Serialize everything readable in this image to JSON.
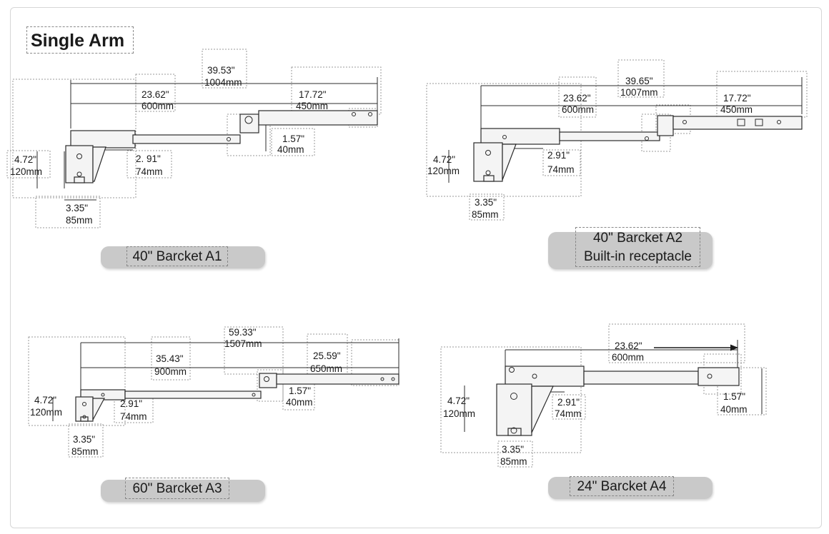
{
  "page_title": "Single Arm",
  "bracket_a1": {
    "caption": "40\" Barcket A1",
    "overall": [
      "39.53\"",
      "1004mm"
    ],
    "arm": [
      "23.62\"",
      "600mm"
    ],
    "extension": [
      "17.72\"",
      "450mm"
    ],
    "drop": [
      "1.57\"",
      "40mm"
    ],
    "plate_height": [
      "4.72\"",
      "120mm"
    ],
    "offset": [
      "2. 91\"",
      "74mm"
    ],
    "plate_width": [
      "3.35\"",
      "85mm"
    ]
  },
  "bracket_a2": {
    "caption_line1": "40\" Barcket A2",
    "caption_line2": "Built-in receptacle",
    "overall": [
      "39.65\"",
      "1007mm"
    ],
    "arm": [
      "23.62\"",
      "600mm"
    ],
    "extension": [
      "17.72\"",
      "450mm"
    ],
    "plate_height": [
      "4.72\"",
      "120mm"
    ],
    "offset": [
      "2.91\"",
      "74mm"
    ],
    "plate_width": [
      "3.35\"",
      "85mm"
    ]
  },
  "bracket_a3": {
    "caption": "60\" Barcket A3",
    "overall": [
      "59.33\"",
      "1507mm"
    ],
    "arm": [
      "35.43\"",
      "900mm"
    ],
    "extension": [
      "25.59\"",
      "650mm"
    ],
    "drop": [
      "1.57\"",
      "40mm"
    ],
    "plate_height": [
      "4.72\"",
      "120mm"
    ],
    "offset": [
      "2.91\"",
      "74mm"
    ],
    "plate_width": [
      "3.35\"",
      "85mm"
    ]
  },
  "bracket_a4": {
    "caption": "24\" Barcket A4",
    "arm": [
      "23.62\"",
      "600mm"
    ],
    "drop": [
      "1.57\"",
      "40mm"
    ],
    "plate_height": [
      "4.72\"",
      "120mm"
    ],
    "offset": [
      "2.91\"",
      "74mm"
    ],
    "plate_width": [
      "3.35\"",
      "85mm"
    ]
  },
  "colors": {
    "line": "#2b2b2b",
    "dash": "#8a8a8a",
    "pill": "#c9c9c9",
    "metal": "#f4f4f4"
  }
}
